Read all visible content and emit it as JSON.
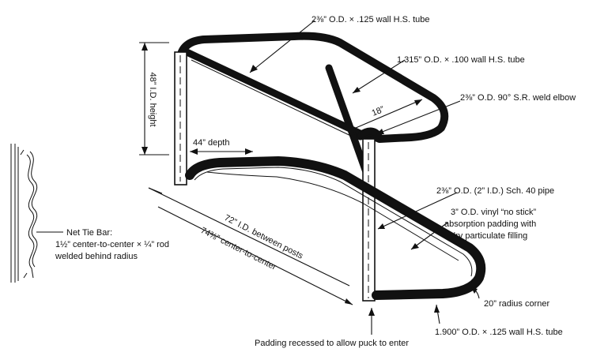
{
  "labels": {
    "top_tube": "2⅜” O.D. × .125 wall H.S. tube",
    "brace_tube": "1.315” O.D. × .100 wall H.S. tube",
    "weld_elbow": "2⅜” O.D. 90° S.R. weld elbow",
    "brace_len": "18”",
    "height": "48” I.D. height",
    "depth": "44” depth",
    "post_pipe": "2⅜” O.D. (2” I.D.) Sch. 40 pipe",
    "padding_1": "3” O.D. vinyl “no stick”",
    "padding_2": "absorption padding with",
    "padding_3": "dry particulate filling",
    "between_posts": "72” I.D. between posts",
    "center_to_center": "74⅜” center-to-center",
    "tie_bar_1": "Net Tie Bar:",
    "tie_bar_2": "1½” center-to-center × ¼” rod",
    "tie_bar_3": "welded behind radius",
    "radius_corner": "20” radius corner",
    "base_tube": "1.900” O.D. × .125 wall H.S. tube",
    "padding_recess": "Padding recessed to allow puck to enter"
  }
}
